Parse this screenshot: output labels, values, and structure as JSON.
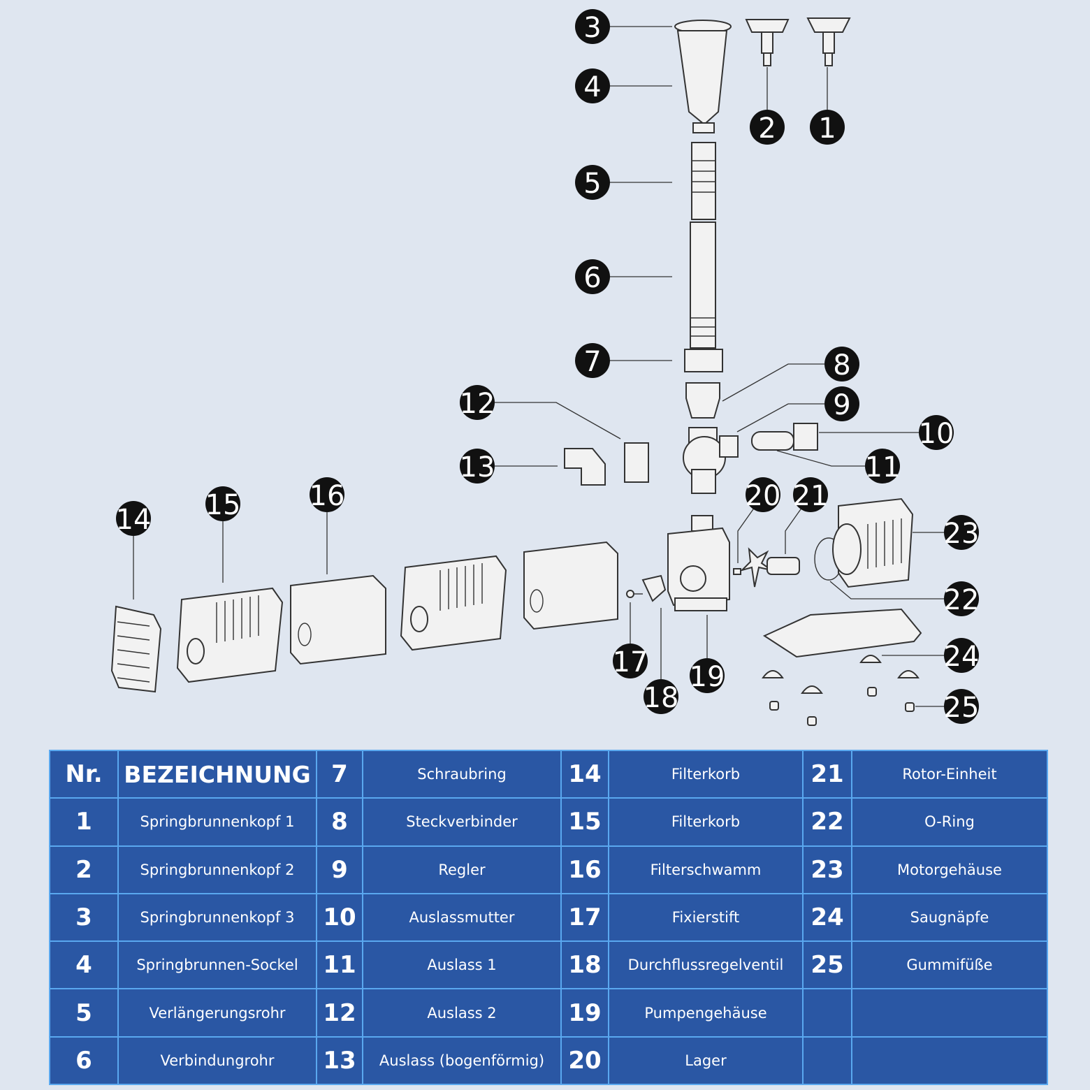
{
  "callouts": [
    "1",
    "2",
    "3",
    "4",
    "5",
    "6",
    "7",
    "8",
    "9",
    "10",
    "11",
    "12",
    "13",
    "14",
    "15",
    "16",
    "17",
    "18",
    "19",
    "20",
    "21",
    "22",
    "23",
    "24",
    "25"
  ],
  "table": {
    "header_nr": "Nr.",
    "header_name": "BEZEICHNUNG",
    "rows": [
      [
        null,
        null,
        "7",
        "Schraubring",
        "14",
        "Filterkorb",
        "21",
        "Rotor-Einheit"
      ],
      [
        "1",
        "Springbrunnenkopf 1",
        "8",
        "Steckverbinder",
        "15",
        "Filterkorb",
        "22",
        "O-Ring"
      ],
      [
        "2",
        "Springbrunnenkopf 2",
        "9",
        "Regler",
        "16",
        "Filterschwamm",
        "23",
        "Motorgehäuse"
      ],
      [
        "3",
        "Springbrunnenkopf 3",
        "10",
        "Auslassmutter",
        "17",
        "Fixierstift",
        "24",
        "Saugnäpfe"
      ],
      [
        "4",
        "Springbrunnen-Sockel",
        "11",
        "Auslass 1",
        "18",
        "Durchflussregelventil",
        "25",
        "Gummifüße"
      ],
      [
        "5",
        "Verlängerungsrohr",
        "12",
        "Auslass 2",
        "19",
        "Pumpengehäuse",
        "",
        ""
      ],
      [
        "6",
        "Verbindungrohr",
        "13",
        "Auslass (bogenförmig)",
        "20",
        "Lager",
        "",
        ""
      ]
    ]
  },
  "colors": {
    "background": "#dfe6f0",
    "table_fill": "#2a57a4",
    "table_lines": "#5aa8ef",
    "callout": "#111111"
  },
  "icons": [
    "fountain-head-icon",
    "filter-basket-icon",
    "filter-sponge-icon",
    "pump-housing-icon",
    "motor-housing-icon",
    "suction-cup-icon"
  ]
}
